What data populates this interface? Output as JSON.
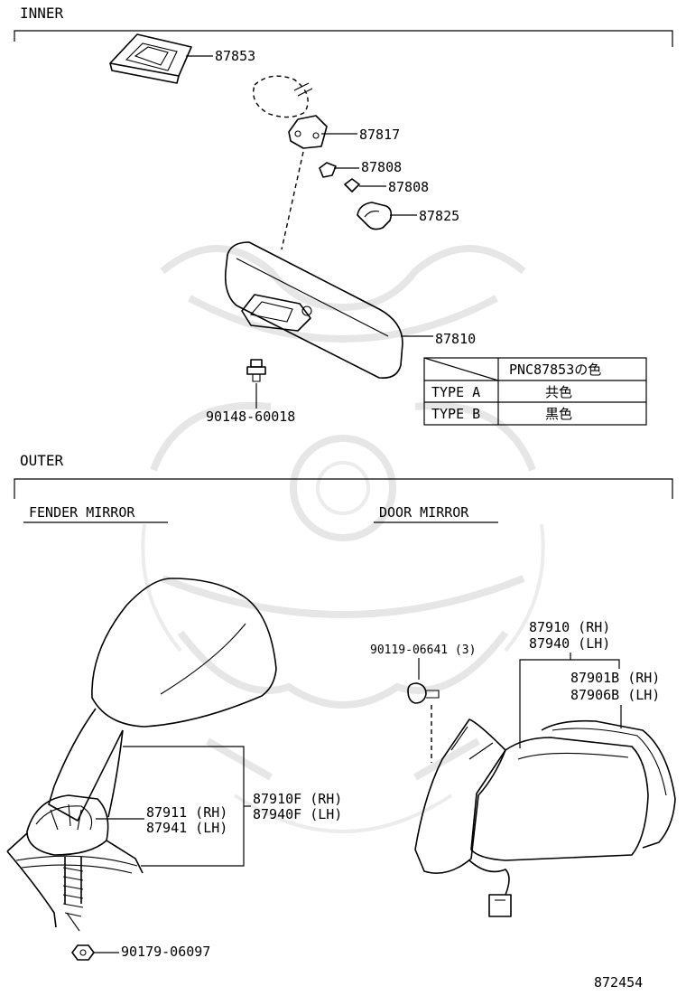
{
  "sections": {
    "inner": "INNER",
    "outer": "OUTER",
    "fender_mirror": "FENDER MIRROR",
    "door_mirror": "DOOR MIRROR"
  },
  "inner_parts": {
    "p87853": "87853",
    "p87817": "87817",
    "p87808a": "87808",
    "p87808b": "87808",
    "p87825": "87825",
    "p87810": "87810",
    "bolt": "90148-60018"
  },
  "color_table": {
    "header": "PNC87853の色",
    "rows": [
      {
        "type": "TYPE A",
        "color": "共色"
      },
      {
        "type": "TYPE B",
        "color": "黒色"
      }
    ]
  },
  "fender_parts": {
    "rh_inner": "87911 (RH)",
    "lh_inner": "87941 (LH)",
    "rh_assy": "87910F (RH)",
    "lh_assy": "87940F (LH)",
    "nut": "90179-06097"
  },
  "door_parts": {
    "screw": "90119-06641 (3)",
    "rh_assy": "87910 (RH)",
    "lh_assy": "87940 (LH)",
    "rh_glass": "87901B (RH)",
    "lh_glass": "87906B (LH)"
  },
  "diagram_number": "872454"
}
